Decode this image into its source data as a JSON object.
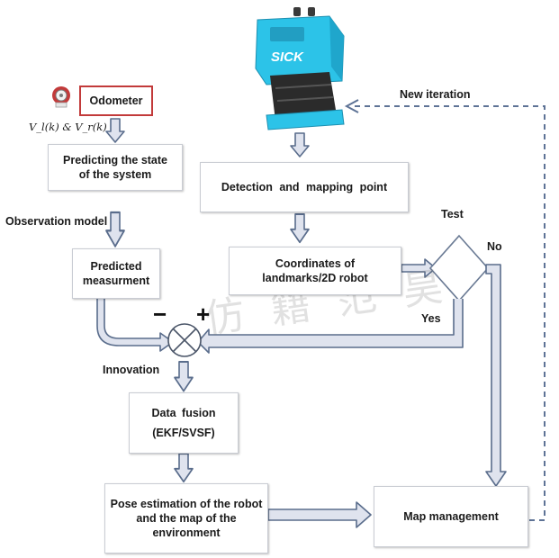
{
  "nodes": {
    "odometer": "Odometer",
    "velocity": "V_l(k) & V_r(k)",
    "predict_state": [
      "Predicting the state",
      "of the system"
    ],
    "observation_model": "Observation model",
    "predicted_measurement": [
      "Predicted",
      "measurment"
    ],
    "detection": "Detection and mapping point",
    "coordinates": [
      "Coordinates of",
      "landmarks/2D robot"
    ],
    "test": "Test",
    "no": "No",
    "yes": "Yes",
    "new_iteration": "New iteration",
    "minus": "−",
    "plus": "+",
    "innovation": "Innovation",
    "data_fusion": [
      "Data fusion",
      "(EKF/SVSF)"
    ],
    "pose_estimation": [
      "Pose estimation of the robot",
      "and the map of the",
      "environment"
    ],
    "map_management": "Map management"
  },
  "device": {
    "brand": "SICK"
  },
  "colors": {
    "arrow_fill": "#dfe3ee",
    "arrow_stroke": "#5a6d8c",
    "dashed": "#5e7396",
    "odometer_border": "#c23a3a",
    "device_body": "#2cc3e8"
  },
  "watermark": "仿 籍 范 昊"
}
